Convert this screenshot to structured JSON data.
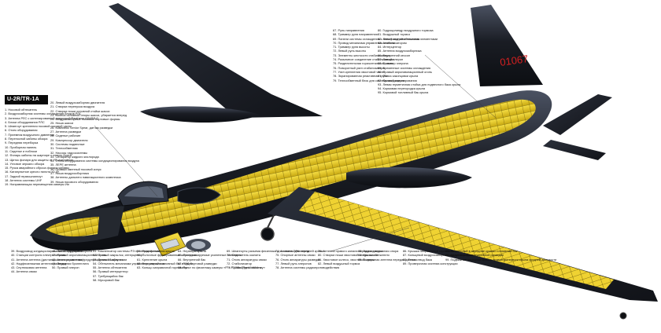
{
  "title": "U-2R/TR-1A",
  "tail_number": "01067",
  "colors": {
    "fuselage": "#1a1d24",
    "fuselage_highlight": "#4b5262",
    "structure": "#f2d41f",
    "structure_dark": "#b89a10",
    "title_bg": "#0a0a0a"
  },
  "legend_a": [
    "1. Носовой обтекатель",
    "2. Воздухозаборник системы охлаждения блоков РЛС",
    "3. Антенна РЛС с синтезированной апертурой Raytheon ASARS-2",
    "4. Блоки оборудования РЛС",
    "5. Шпангоут крепления носовой носовой части",
    "6. Отсек оборудования",
    "7. Приемник воздушного давления",
    "8. Переносной кабины обзора",
    "9. Передняя переборка",
    "10. Приборная панель",
    "11. Сиденье и поблоки",
    "12. Фонарь кабины на шарнире с левого борта",
    "13. Щиток фонаря для защиты от УВ-излучения",
    "14. Угловое зеркало обзора",
    "15. Ручка аварийного сброса фонаря кабины",
    "16. Катапультное кресло пилота «0-0»",
    "17. Задний гермошпангоут",
    "18. Антенна системы UHF",
    "19. Направляющая перемещения камеры Ии"
  ],
  "legend_b": [
    "20. Левый воздухозаборник двигателя",
    "21. Створки перепуска воздуха",
    "22. Створки ниши основной стойки шасси",
    "23. Колеса основной опоры шасси, убирается вперед",
    "24. Воздухозаборные носимые бортовые формы",
    "25. Ниша шасси",
    "26. Комплекс Senior Spear, датчик разведки",
    "27. Антенна разведки",
    "28. Сиденье рабочие",
    "29. Компрессор двигателя",
    "30. Системы подвесные",
    "31. Теплообменник",
    "32. Насосы гидросистемы",
    "33. Сепаратор жидкого кислорода",
    "34. Отсек оборудования системы кондиционирования воздуха",
    "35. ЛЕРЕ антенна",
    "36. Правый сменный носовой конус",
    "37. Ниша воздухосборника",
    "38. Антенны дальнего навигационного комплекса",
    "39. Ниша носового оборудования"
  ],
  "legend_c": [
    "67. Руль направления",
    "68. Триммер руля направления",
    "69. Панели системы охлаждения с электронагревательными элементами",
    "70. Привод механизма управления стабилизатором",
    "71. Триммер руля высоты",
    "72. Левый руль высоты",
    "73. Элементы жесткости стабилизатора",
    "74. Разъемное соединение стабилизатора",
    "75. Разделительная горизонтальная часть",
    "76. Поворотный узел стабилизатора",
    "77. Узел крепления хвостовой части",
    "78. Экранированная реактивная труба",
    "79. Теплообменный блок для системы кондиционирования"
  ],
  "legend_d": [
    "80. Гидроцилиндр воздушного тормоза",
    "81. Воздушный тормоз",
    "82. Левый задний обтекатель",
    "83. Антенна",
    "84. Интерцептор",
    "85. Антенна воздухозаборника",
    "86. Внутренний кессон",
    "87. Левый элерон",
    "88. Триммер элерона",
    "89. Временные системы охлаждения",
    "90. Правый аэронавигационный огонь",
    "91. Полоз законцовки крыла",
    "92. Правый элерон",
    "93. Левая герметичная стойка для подвесного бака крыла",
    "94. Кормовая перегородка крыла",
    "95. Кормовой топливный бак крыла"
  ],
  "legend_e": [
    "39. Воздуховод кондиционирования оборудования",
    "40. Станции контроля электропитания",
    "41. Антенна антенна (дистанционного управления)",
    "42. Надфюзеляжная антенна разведки",
    "43. Спутниковая антенна",
    "44. Антенна связи"
  ],
  "legend_f": [
    "46. Полоз законцовки крыла",
    "47. Правый аэронавигационный огонь",
    "48. Антенна системы предупреждения об облучении",
    "49. Передняя бронеплита",
    "50. Правый элерон"
  ],
  "legend_g": [
    "51. Компенсатор системы РЭ противодействия",
    "52. Правый закрылок, интерцептор",
    "53. Правый закрылок",
    "54. Обтекатель механизма управления закрылком",
    "55. Антенна обтекателя",
    "56. Правый интерцептор",
    "57. Требующийся бак",
    "58. Мусоровой бак"
  ],
  "legend_h": [
    "59. Рули крепления крыла",
    "60. Полочные фрезерованные шпангоуты",
    "61. Крепление крыла",
    "62. Внутренний топливный бак в крыле",
    "63. Кольцо заправочной горловины"
  ],
  "legend_i": [
    "64. Нервюры крыла",
    "65. Программируемые усиленные элементы",
    "66. Внутренний бак",
    "67. РЭД бортовой разведки",
    "68. Пульт по фюзеляжу камеры «Р + Р-15В» (Part K Whitney»"
  ],
  "legend_j": [
    "69. Шпангоуты разъема фюзеляжа для замены двигателя",
    "70. Отделитель кокпита",
    "71. Отсек аппаратуры связи",
    "72. Стабилизатор",
    "73. Правый руль высоты"
  ],
  "legend_k": [
    "74. Антенна ЭРА передней кромки",
    "75. Опорные антенны связи",
    "76. Отсек аппаратуры разведки",
    "77. Левый руль элеронов",
    "78. Антенна системы радиопротиводействия"
  ],
  "legend_l": [
    "79. Антенна правого канала передачи данных",
    "80. Створки ниши хвостовой опоры шасси",
    "81. Хвостовое колесо, хвостовой опоры",
    "82. Левый воздушный тормоз"
  ],
  "legend_m": [
    "83. Задняя подкосная опора",
    "84. Крыло обтекателя",
    "85. Выдвижная антенна передач данных"
  ],
  "legend_n": [
    "86. Крышка заправочной горловины",
    "87. Кольцевой воздухозаборник наддувного бака",
    "88. Теплоотвод бака",
    "89. Проверочная система конструкции"
  ],
  "legend_o": [
    "97. Встроенный в передние кромки топливный бак",
    "98. Антенна радиоэлектронной разведки",
    "99. Подвижная передняя кромка правой фатерного крыла средней дальности"
  ]
}
